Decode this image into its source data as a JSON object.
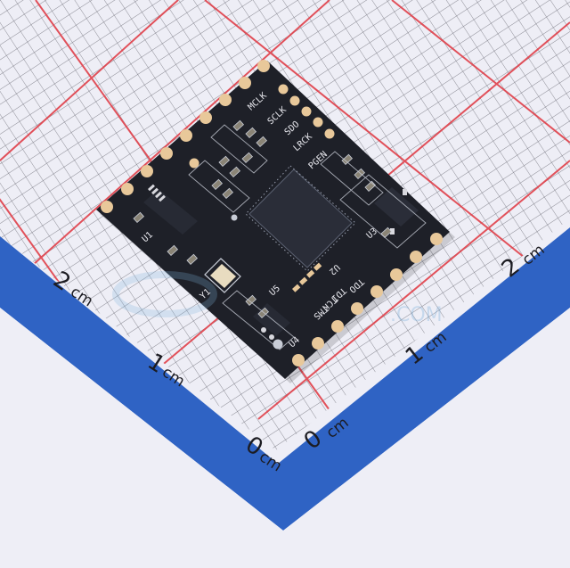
{
  "photo": {
    "subject": "PCB audio module on measurement grid mat",
    "background_color": "#eeeef6",
    "grid_line_color": "#3a3a44",
    "major_grid_color": "#e0404a",
    "ruler_band_color": "#2f63c4",
    "board_color": "#1e2028",
    "pad_color": "#e8c89a"
  },
  "ruler": {
    "left_scale": {
      "labels": [
        "0",
        "1",
        "2"
      ],
      "unit": "cm"
    },
    "right_scale": {
      "labels": [
        "0",
        "1",
        "2"
      ],
      "unit": "cm"
    }
  },
  "board": {
    "pin_labels": [
      "MCLK",
      "SCLK",
      "SDO",
      "LRCK",
      "PGEN"
    ],
    "jtag_labels": [
      "TDO",
      "TDI",
      "TCK",
      "TMS"
    ],
    "refdes": [
      "U1",
      "U2",
      "U3",
      "U4",
      "U5",
      "Y1"
    ]
  },
  "watermark": {
    "text": ".COM"
  }
}
